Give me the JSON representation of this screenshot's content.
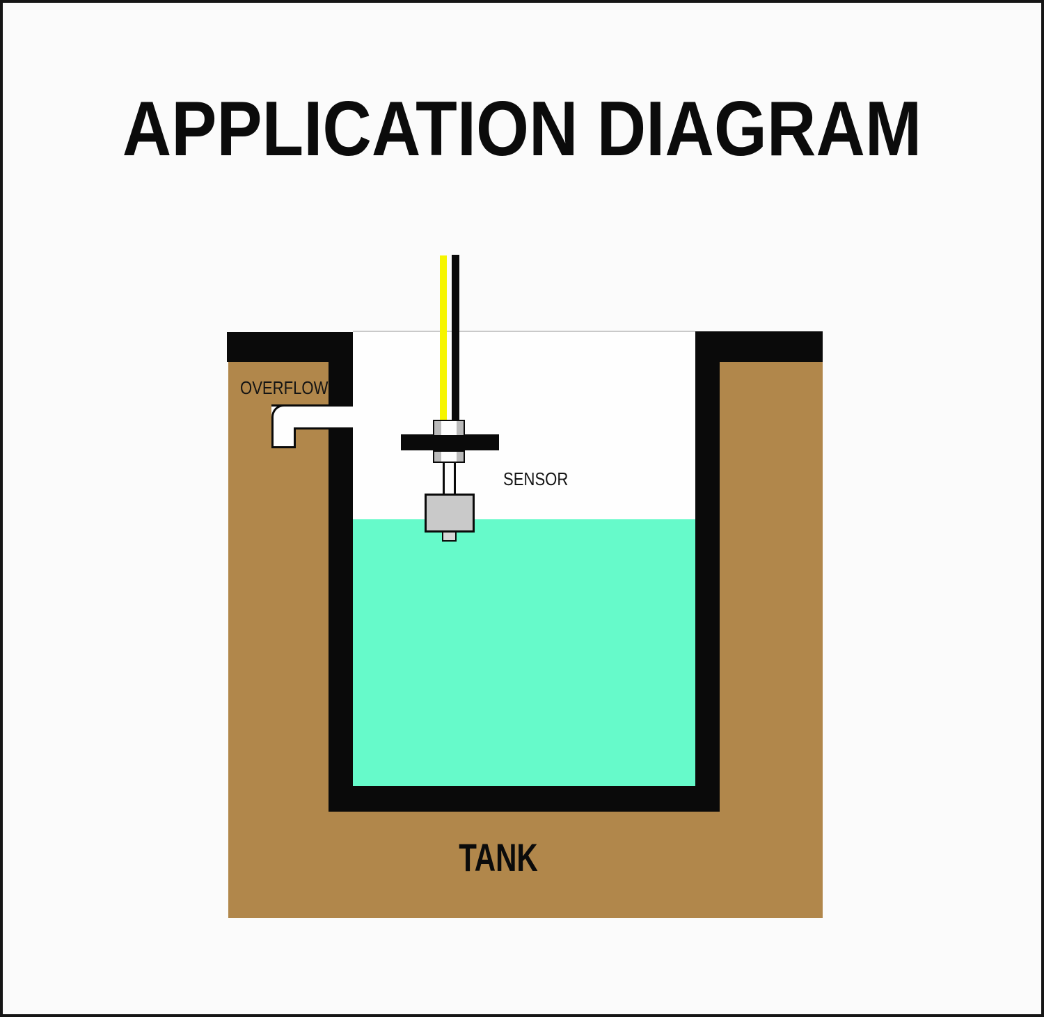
{
  "title": "APPLICATION DIAGRAM",
  "diagram": {
    "labels": {
      "overflow": "OVERFLOW",
      "sensor": "SENSOR",
      "tank": "TANK"
    },
    "colors": {
      "background": "#FBFBFB",
      "text": "#0B0B0B",
      "tank_body": "#B1874B",
      "lining": "#0A0A0A",
      "water": "#66FACA",
      "float": "#C9C9C9",
      "wire_yellow": "#F6F500",
      "wire_black": "#0A0A0A",
      "pipe": "#FEFEFE",
      "hardware_gray": "#BABABA",
      "opening_line": "#C9C9C9"
    }
  }
}
